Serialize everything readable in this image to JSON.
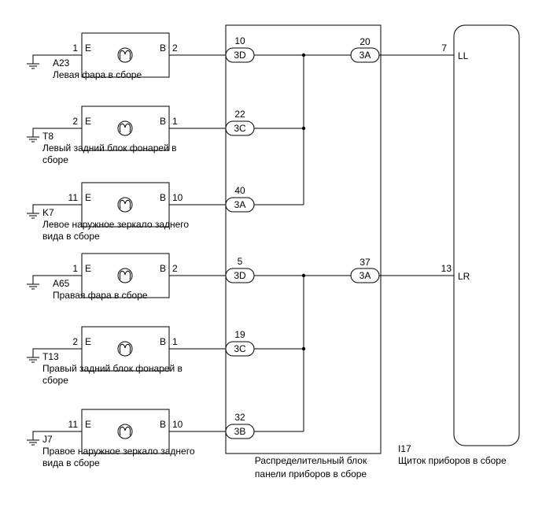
{
  "components": [
    {
      "id": "A23",
      "name_lines": [
        "Левая фара в сборе"
      ],
      "pin_left": "1",
      "pin_right": "2",
      "term_left": "E",
      "term_right": "B",
      "wire": "10",
      "connector": "3D"
    },
    {
      "id": "T8",
      "name_lines": [
        "Левый задний блок фонарей в",
        "сборе"
      ],
      "pin_left": "2",
      "pin_right": "1",
      "term_left": "E",
      "term_right": "B",
      "wire": "22",
      "connector": "3C"
    },
    {
      "id": "K7",
      "name_lines": [
        "Левое наружное зеркало заднего",
        "вида в сборе"
      ],
      "pin_left": "11",
      "pin_right": "10",
      "term_left": "E",
      "term_right": "B",
      "wire": "40",
      "connector": "3A"
    },
    {
      "id": "A65",
      "name_lines": [
        "Правая фара в сборе"
      ],
      "pin_left": "1",
      "pin_right": "2",
      "term_left": "E",
      "term_right": "B",
      "wire": "5",
      "connector": "3D"
    },
    {
      "id": "T13",
      "name_lines": [
        "Правый задний блок фонарей в",
        "сборе"
      ],
      "pin_left": "2",
      "pin_right": "1",
      "term_left": "E",
      "term_right": "B",
      "wire": "19",
      "connector": "3C"
    },
    {
      "id": "J7",
      "name_lines": [
        "Правое наружное зеркало заднего",
        "вида в сборе"
      ],
      "pin_left": "11",
      "pin_right": "10",
      "term_left": "E",
      "term_right": "B",
      "wire": "32",
      "connector": "3B"
    }
  ],
  "junction_block": {
    "name_lines": [
      "Распределительный блок",
      "панели приборов в сборе"
    ],
    "outputs": [
      {
        "wire": "20",
        "connector": "3A"
      },
      {
        "wire": "37",
        "connector": "3A"
      }
    ]
  },
  "meter": {
    "id": "I17",
    "name": "Щиток приборов в сборе",
    "pins": [
      {
        "num": "7",
        "label": "LL"
      },
      {
        "num": "13",
        "label": "LR"
      }
    ]
  }
}
